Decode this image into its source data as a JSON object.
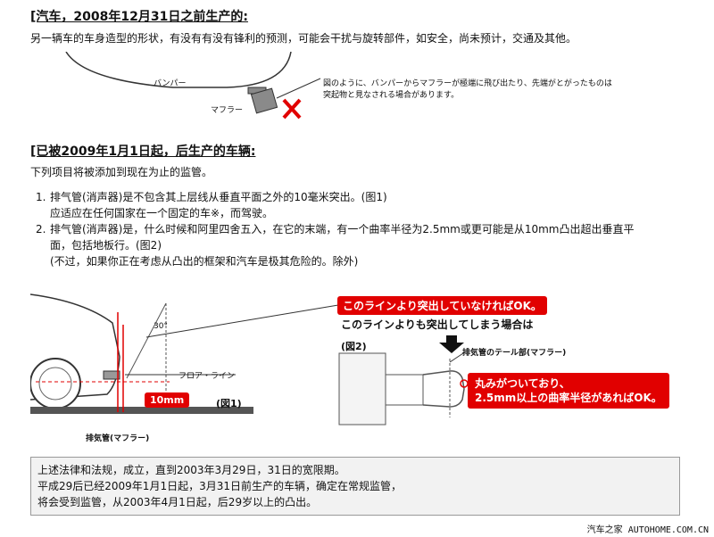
{
  "section1": {
    "heading": "[汽车，2008年12月31日之前生产的:",
    "desc": "另一辆车的车身造型的形状，有没有有没有锋利的预测，可能会干扰与旋转部件，如安全，尚未预计，交通及其他。",
    "bumper_label": "バンパー",
    "muffler_label": "マフラー",
    "note_line1": "図のように、バンパーからマフラーが極端に飛び出たり、先端がとがったものは",
    "note_line2": "突起物と見なされる場合があります。"
  },
  "section2": {
    "heading": "[已被2009年1月1日起，后生产的车辆:",
    "intro": "下列项目将被添加到现在为止的监管。",
    "items": [
      {
        "num": "1.",
        "lines": [
          "排气管(消声器)是不包含其上层线从垂直平面之外的10毫米突出。(图1)",
          "应适应在任何国家在一个固定的车※，而驾驶。"
        ]
      },
      {
        "num": "2.",
        "lines": [
          "排气管(消声器)是，什么时候和阿里四舍五入，在它的末端，有一个曲率半径为2.5mm或更可能是从10mm凸出超出垂直平",
          "面，包括地板行。(图2)"
        ]
      }
    ],
    "paren_note": "(不过，如果你正在考虑从凸出的框架和汽车是极其危险的。除外)"
  },
  "figure": {
    "ok_line": "このラインより突出していなければOK。",
    "ng_line": "このラインよりも突出してしまう場合は",
    "angle_label": "30°",
    "floor_label": "フロア・ライン",
    "dist_label": "10mm",
    "fig1_label": "(図1)",
    "exhaust_label": "排気管(マフラー)",
    "fig2_label": "(図2)",
    "tail_label": "排気管のテール部(マフラー)",
    "radius_line1": "丸みがついており、",
    "radius_line2": "2.5mm以上の曲率半径があればOK。"
  },
  "notes": {
    "line1": "上述法律和法规，成立，直到2003年3月29日，31日的宽限期。",
    "line2": "平成29后已经2009年1月1日起，3月31日前生产的车辆，确定在常规监管，",
    "line3": "将会受到监管，从2003年4月1日起，后29岁以上的凸出。"
  },
  "footer": {
    "watermark": "汽车之家 AUTOHOME.COM.CN"
  },
  "colors": {
    "accent_red": "#e10000",
    "dim_red": "#e10000",
    "note_bg": "#f2f2f2"
  }
}
